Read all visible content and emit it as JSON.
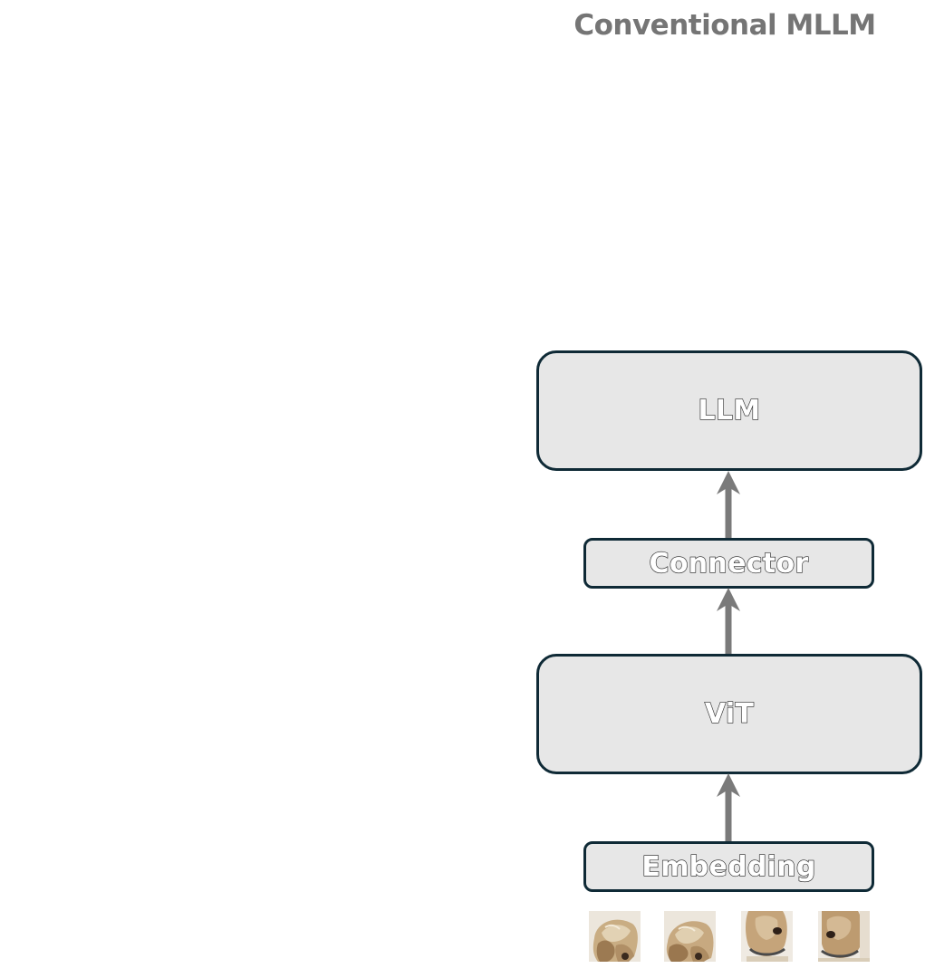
{
  "title": "Conventional MLLM",
  "blocks": {
    "llm": "LLM",
    "connector": "Connector",
    "vit": "ViT",
    "embedding": "Embedding"
  },
  "colors": {
    "block_fill": "#e7e7e7",
    "block_border": "#0f2a36",
    "arrow": "#7a7a7a",
    "title": "#757575"
  },
  "image_patches": [
    {
      "name": "dog-ear-patch-left",
      "icon": "dog-fur-patch"
    },
    {
      "name": "dog-ear-patch-right",
      "icon": "dog-fur-patch"
    },
    {
      "name": "dog-face-patch-left",
      "icon": "dog-face-patch"
    },
    {
      "name": "dog-face-patch-right",
      "icon": "dog-face-patch"
    }
  ]
}
